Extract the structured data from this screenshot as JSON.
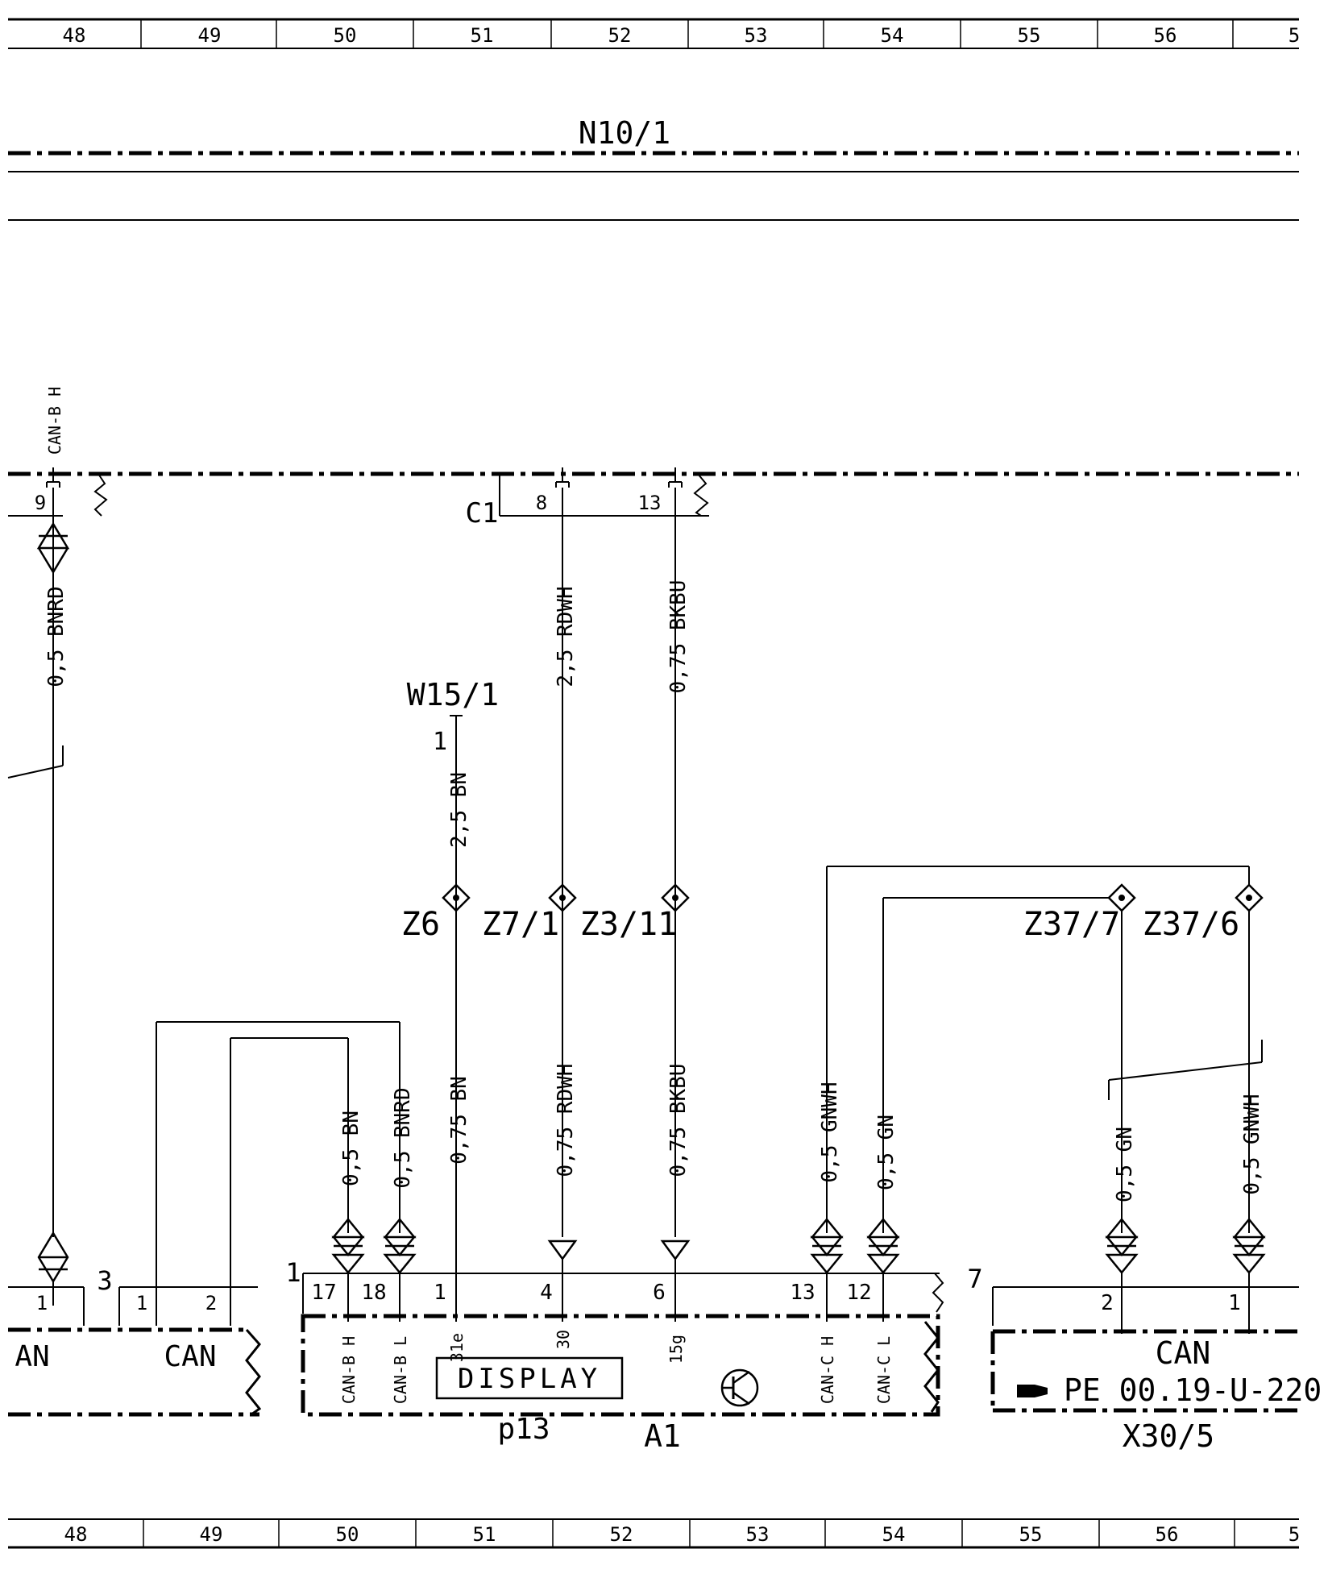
{
  "grid_columns_top": [
    "48",
    "49",
    "50",
    "51",
    "52",
    "53",
    "54",
    "55",
    "56",
    "5"
  ],
  "grid_columns_bottom": [
    "48",
    "49",
    "50",
    "51",
    "52",
    "53",
    "54",
    "55",
    "56",
    "5"
  ],
  "components": {
    "n10_1": "N10/1",
    "c1": "C1",
    "w15_1": "W15/1",
    "w15_1_pin": "1",
    "a1": "A1",
    "a1_pin": "1",
    "p13": "p13",
    "display": "DISPLAY",
    "x30_5": "X30/5",
    "x30_5_pin": "7",
    "x30_5_can": "CAN",
    "x30_5_ref": "PE 00.19-U-220",
    "left_conn_pin": "3",
    "left_can_a": "AN",
    "left_can_b": "CAN"
  },
  "splices": {
    "z6": "Z6",
    "z7_1": "Z7/1",
    "z3_11": "Z3/11",
    "z37_7": "Z37/7",
    "z37_6": "Z37/6"
  },
  "pins": {
    "n10_9": "9",
    "n10_8": "8",
    "n10_13": "13",
    "a1_17": "17",
    "a1_18": "18",
    "a1_1": "1",
    "a1_4": "4",
    "a1_6": "6",
    "a1_13": "13",
    "a1_12": "12",
    "x30_2": "2",
    "x30_1": "1",
    "left_1a": "1",
    "left_1b": "1",
    "left_2": "2"
  },
  "signals": {
    "can_b_h_top": "CAN-B H",
    "can_b_h": "CAN-B H",
    "can_b_l": "CAN-B L",
    "p31e": "31e",
    "p30": "30",
    "p15g": "15g",
    "can_c_h": "CAN-C H",
    "can_c_l": "CAN-C L"
  },
  "wires": {
    "w_bnrd_top": "0,5 BNRD",
    "w_rdwh_top": "2,5 RDWH",
    "w_bkbu_top": "0,75 BKBU",
    "w_bn_w15": "2,5 BN",
    "w_bn_17": "0,5 BN",
    "w_bnrd_18": "0,5 BNRD",
    "w_bn_1": "0,75 BN",
    "w_rdwh_4": "0,75 RDWH",
    "w_bkbu_6": "0,75 BKBU",
    "w_gnwh_13": "0,5 GNWH",
    "w_gn_12": "0,5 GN",
    "w_gn_x2": "0,5 GN",
    "w_gnwh_x1": "0,5 GNWH"
  }
}
